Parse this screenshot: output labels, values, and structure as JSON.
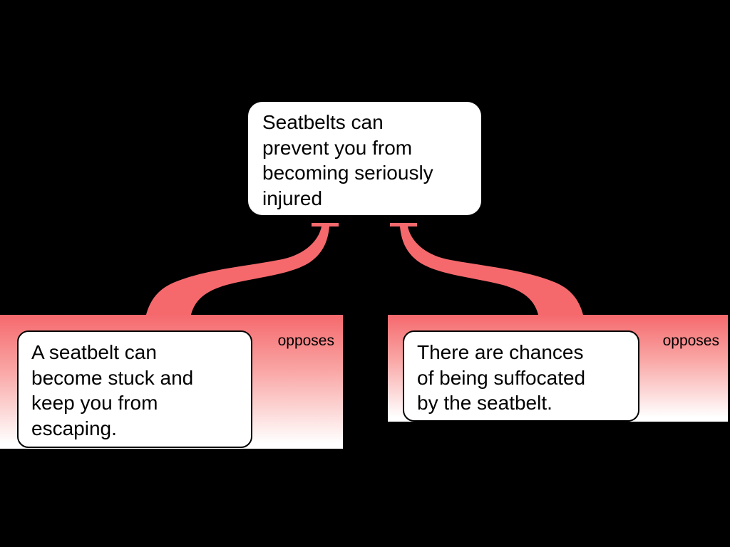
{
  "colors": {
    "background": "#000000",
    "accent": "#F5696D",
    "node_fill": "#FFFFFF",
    "node_border": "#000000",
    "text": "#000000"
  },
  "main_claim": {
    "text": "Seatbelts can prevent you from becoming seriously injured",
    "lines": [
      "Seatbelts can",
      "prevent you from",
      "becoming seriously",
      "injured"
    ]
  },
  "objections": [
    {
      "relation": "opposes",
      "text": "A seatbelt can become stuck and keep you from escaping.",
      "lines": [
        "A seatbelt can",
        "become stuck and",
        "keep you from",
        "escaping."
      ]
    },
    {
      "relation": "opposes",
      "text": "There are chances of being suffocated by the seatbelt.",
      "lines": [
        "There are chances",
        "of being suffocated",
        "by the seatbelt."
      ]
    }
  ]
}
